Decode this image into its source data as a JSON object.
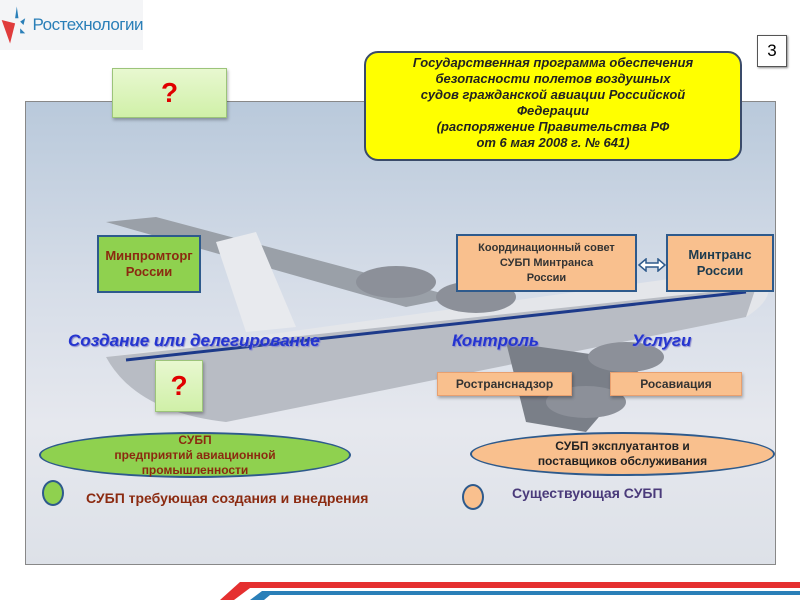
{
  "logo": {
    "text": "Ростехнологии"
  },
  "slide_number": "3",
  "top_question": "?",
  "program_box": {
    "lines": [
      "Государственная программа обеспечения",
      "безопасности полетов воздушных",
      "судов гражданской авиации Российской",
      "Федерации",
      "(распоряжение Правительства РФ",
      "от 6 мая 2008 г. № 641)"
    ]
  },
  "boxes": {
    "minpromtorg": [
      "Минпромторг",
      "России"
    ],
    "coord_council": [
      "Координационный совет",
      "СУБП Минтранса",
      "России"
    ],
    "mintrans": [
      "Минтранс",
      "России"
    ],
    "rostransnadzor": "Ространснадзор",
    "rosaviatsia": "Росавиация",
    "middle_question": "?"
  },
  "labels": {
    "creation": "Создание или делегирование",
    "control": "Контроль",
    "services": "Услуги"
  },
  "ellipses": {
    "industry": [
      "СУБП",
      "предприятий авиационной",
      "промышленности"
    ],
    "operators": [
      "СУБП эксплуатантов и",
      "поставщиков обслуживания"
    ]
  },
  "legend": {
    "green": "СУБП требующая создания и  внедрения",
    "orange": "Существующая  СУБП"
  },
  "colors": {
    "green": "#8fd14f",
    "orange": "#f9c08e",
    "yellow": "#ffff00"
  }
}
